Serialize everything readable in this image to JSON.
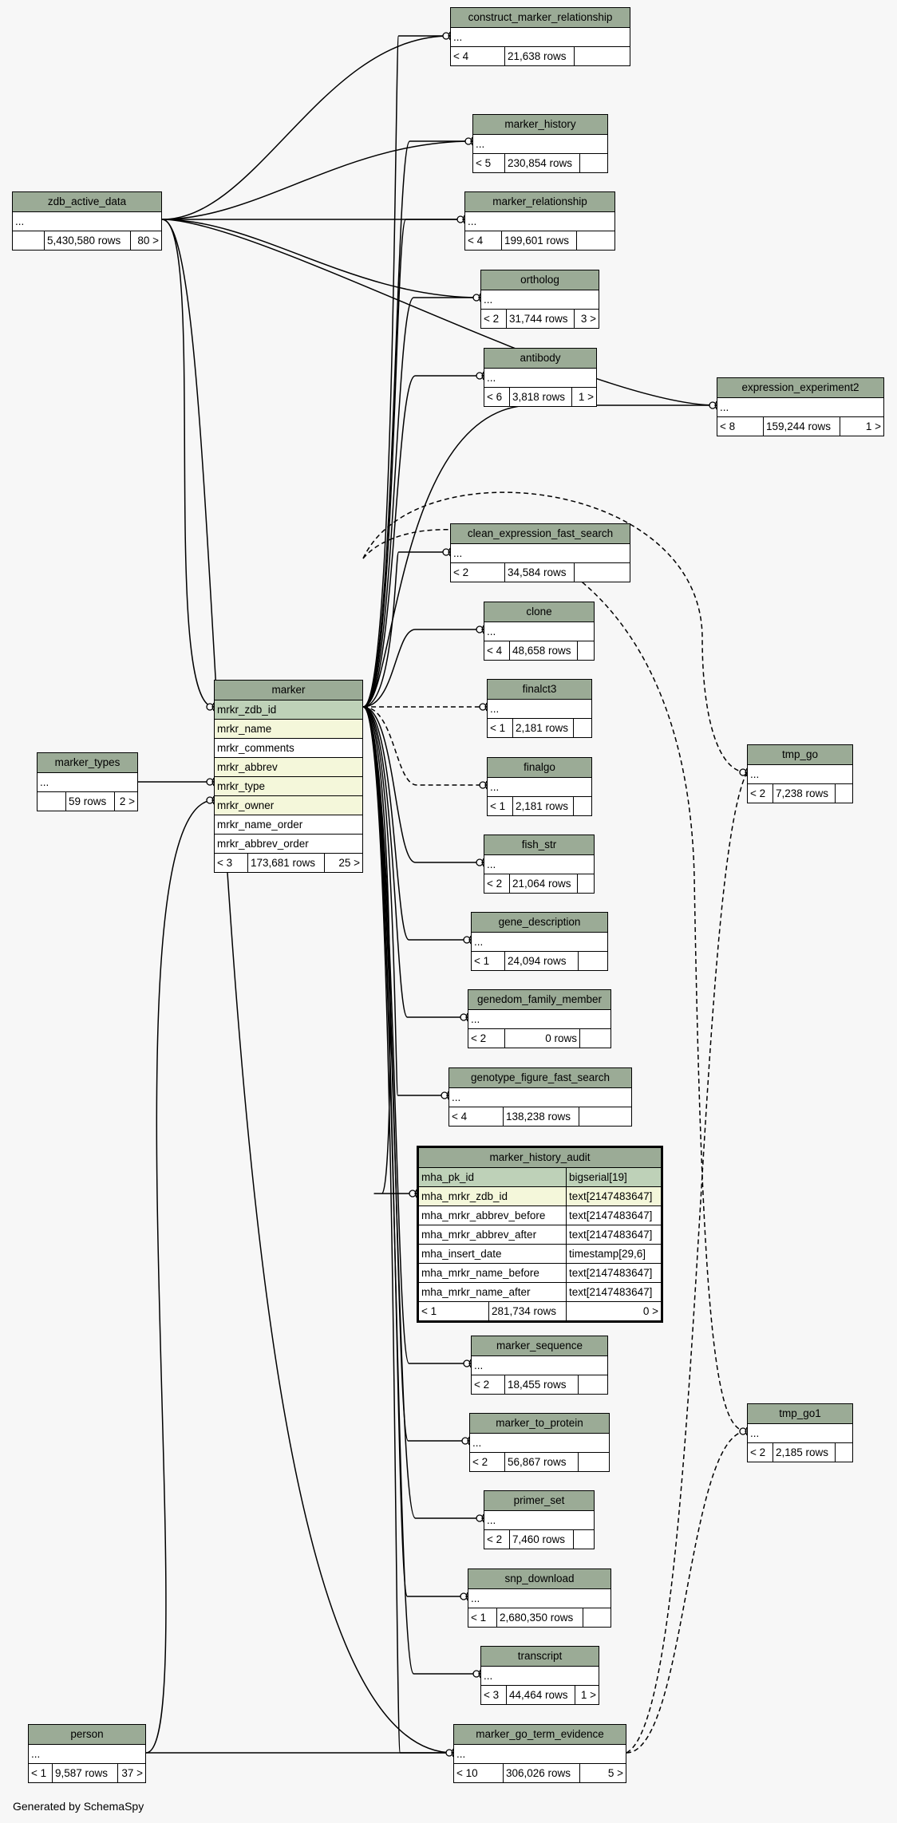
{
  "footer": "Generated by SchemaSpy",
  "tables": {
    "construct_marker_relationship": {
      "title": "construct_marker_relationship",
      "row": "...",
      "parents": "< 4",
      "rows": "21,638 rows",
      "children": ""
    },
    "marker_history": {
      "title": "marker_history",
      "row": "...",
      "parents": "< 5",
      "rows": "230,854 rows",
      "children": ""
    },
    "zdb_active_data": {
      "title": "zdb_active_data",
      "row": "...",
      "parents": "",
      "rows": "5,430,580 rows",
      "children": "80 >"
    },
    "marker_relationship": {
      "title": "marker_relationship",
      "row": "...",
      "parents": "< 4",
      "rows": "199,601 rows",
      "children": ""
    },
    "ortholog": {
      "title": "ortholog",
      "row": "...",
      "parents": "< 2",
      "rows": "31,744 rows",
      "children": "3 >"
    },
    "antibody": {
      "title": "antibody",
      "row": "...",
      "parents": "< 6",
      "rows": "3,818 rows",
      "children": "1 >"
    },
    "expression_experiment2": {
      "title": "expression_experiment2",
      "row": "...",
      "parents": "< 8",
      "rows": "159,244 rows",
      "children": "1 >"
    },
    "clean_expression_fast_search": {
      "title": "clean_expression_fast_search",
      "row": "...",
      "parents": "< 2",
      "rows": "34,584 rows",
      "children": ""
    },
    "clone": {
      "title": "clone",
      "row": "...",
      "parents": "< 4",
      "rows": "48,658 rows",
      "children": ""
    },
    "finalct3": {
      "title": "finalct3",
      "row": "...",
      "parents": "< 1",
      "rows": "2,181 rows",
      "children": ""
    },
    "finalgo": {
      "title": "finalgo",
      "row": "...",
      "parents": "< 1",
      "rows": "2,181 rows",
      "children": ""
    },
    "tmp_go": {
      "title": "tmp_go",
      "row": "...",
      "parents": "< 2",
      "rows": "7,238 rows",
      "children": ""
    },
    "marker_types": {
      "title": "marker_types",
      "row": "...",
      "parents": "",
      "rows": "59 rows",
      "children": "2 >"
    },
    "fish_str": {
      "title": "fish_str",
      "row": "...",
      "parents": "< 2",
      "rows": "21,064 rows",
      "children": ""
    },
    "gene_description": {
      "title": "gene_description",
      "row": "...",
      "parents": "< 1",
      "rows": "24,094 rows",
      "children": ""
    },
    "genedom_family_member": {
      "title": "genedom_family_member",
      "row": "...",
      "parents": "< 2",
      "rows": "0 rows",
      "children": ""
    },
    "genotype_figure_fast_search": {
      "title": "genotype_figure_fast_search",
      "row": "...",
      "parents": "< 4",
      "rows": "138,238 rows",
      "children": ""
    },
    "marker_sequence": {
      "title": "marker_sequence",
      "row": "...",
      "parents": "< 2",
      "rows": "18,455 rows",
      "children": ""
    },
    "marker_to_protein": {
      "title": "marker_to_protein",
      "row": "...",
      "parents": "< 2",
      "rows": "56,867 rows",
      "children": ""
    },
    "tmp_go1": {
      "title": "tmp_go1",
      "row": "...",
      "parents": "< 2",
      "rows": "2,185 rows",
      "children": ""
    },
    "primer_set": {
      "title": "primer_set",
      "row": "...",
      "parents": "< 2",
      "rows": "7,460 rows",
      "children": ""
    },
    "snp_download": {
      "title": "snp_download",
      "row": "...",
      "parents": "< 1",
      "rows": "2,680,350 rows",
      "children": ""
    },
    "transcript": {
      "title": "transcript",
      "row": "...",
      "parents": "< 3",
      "rows": "44,464 rows",
      "children": "1 >"
    },
    "person": {
      "title": "person",
      "row": "...",
      "parents": "< 1",
      "rows": "9,587 rows",
      "children": "37 >"
    },
    "marker_go_term_evidence": {
      "title": "marker_go_term_evidence",
      "row": "...",
      "parents": "< 10",
      "rows": "306,026 rows",
      "children": "5 >"
    }
  },
  "marker": {
    "title": "marker",
    "columns": [
      "mrkr_zdb_id",
      "mrkr_name",
      "mrkr_comments",
      "mrkr_abbrev",
      "mrkr_type",
      "mrkr_owner",
      "mrkr_name_order",
      "mrkr_abbrev_order"
    ],
    "parents": "< 3",
    "rows": "173,681 rows",
    "children": "25 >"
  },
  "marker_history_audit": {
    "title": "marker_history_audit",
    "columns": [
      {
        "name": "mha_pk_id",
        "type": "bigserial[19]"
      },
      {
        "name": "mha_mrkr_zdb_id",
        "type": "text[2147483647]"
      },
      {
        "name": "mha_mrkr_abbrev_before",
        "type": "text[2147483647]"
      },
      {
        "name": "mha_mrkr_abbrev_after",
        "type": "text[2147483647]"
      },
      {
        "name": "mha_insert_date",
        "type": "timestamp[29,6]"
      },
      {
        "name": "mha_mrkr_name_before",
        "type": "text[2147483647]"
      },
      {
        "name": "mha_mrkr_name_after",
        "type": "text[2147483647]"
      }
    ],
    "parents": "< 1",
    "rows": "281,734 rows",
    "children": "0 >"
  }
}
